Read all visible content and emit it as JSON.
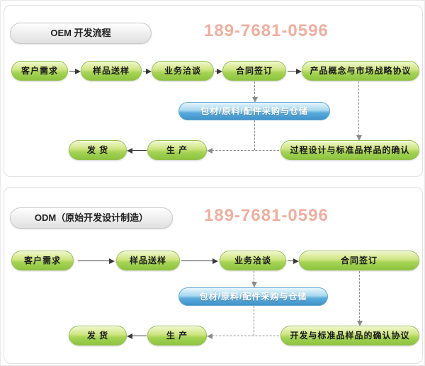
{
  "watermark": "189-7681-0596",
  "colors": {
    "green_top": "#f1f8cd",
    "green_bottom": "#8cc43f",
    "blue_top": "#e8f6fd",
    "blue_bottom": "#4092c8",
    "watermark_color": "#efae9f",
    "arrow_color": "#3a3a3a",
    "dash_color": "#8a8a8a",
    "panel_border": "#e2e2e2"
  },
  "panels": [
    {
      "title": "OEM 开发流程",
      "row1": [
        "客户需求",
        "样品送样",
        "业务洽谈",
        "合同签订",
        "产品概念与市场战略协议"
      ],
      "middle": "包材/原料/配件采购与仓储",
      "row2": [
        "发 货",
        "生 产",
        "过程设计与标准品样品的确认"
      ]
    },
    {
      "title": "ODM（原始开发设计制造）",
      "row1": [
        "客户需求",
        "样品送样",
        "业务洽谈",
        "合同签订"
      ],
      "middle": "包材/原料/配件采购与仓储",
      "row2": [
        "发 货",
        "生 产",
        "开发与标准品样品的确认协议"
      ]
    }
  ]
}
